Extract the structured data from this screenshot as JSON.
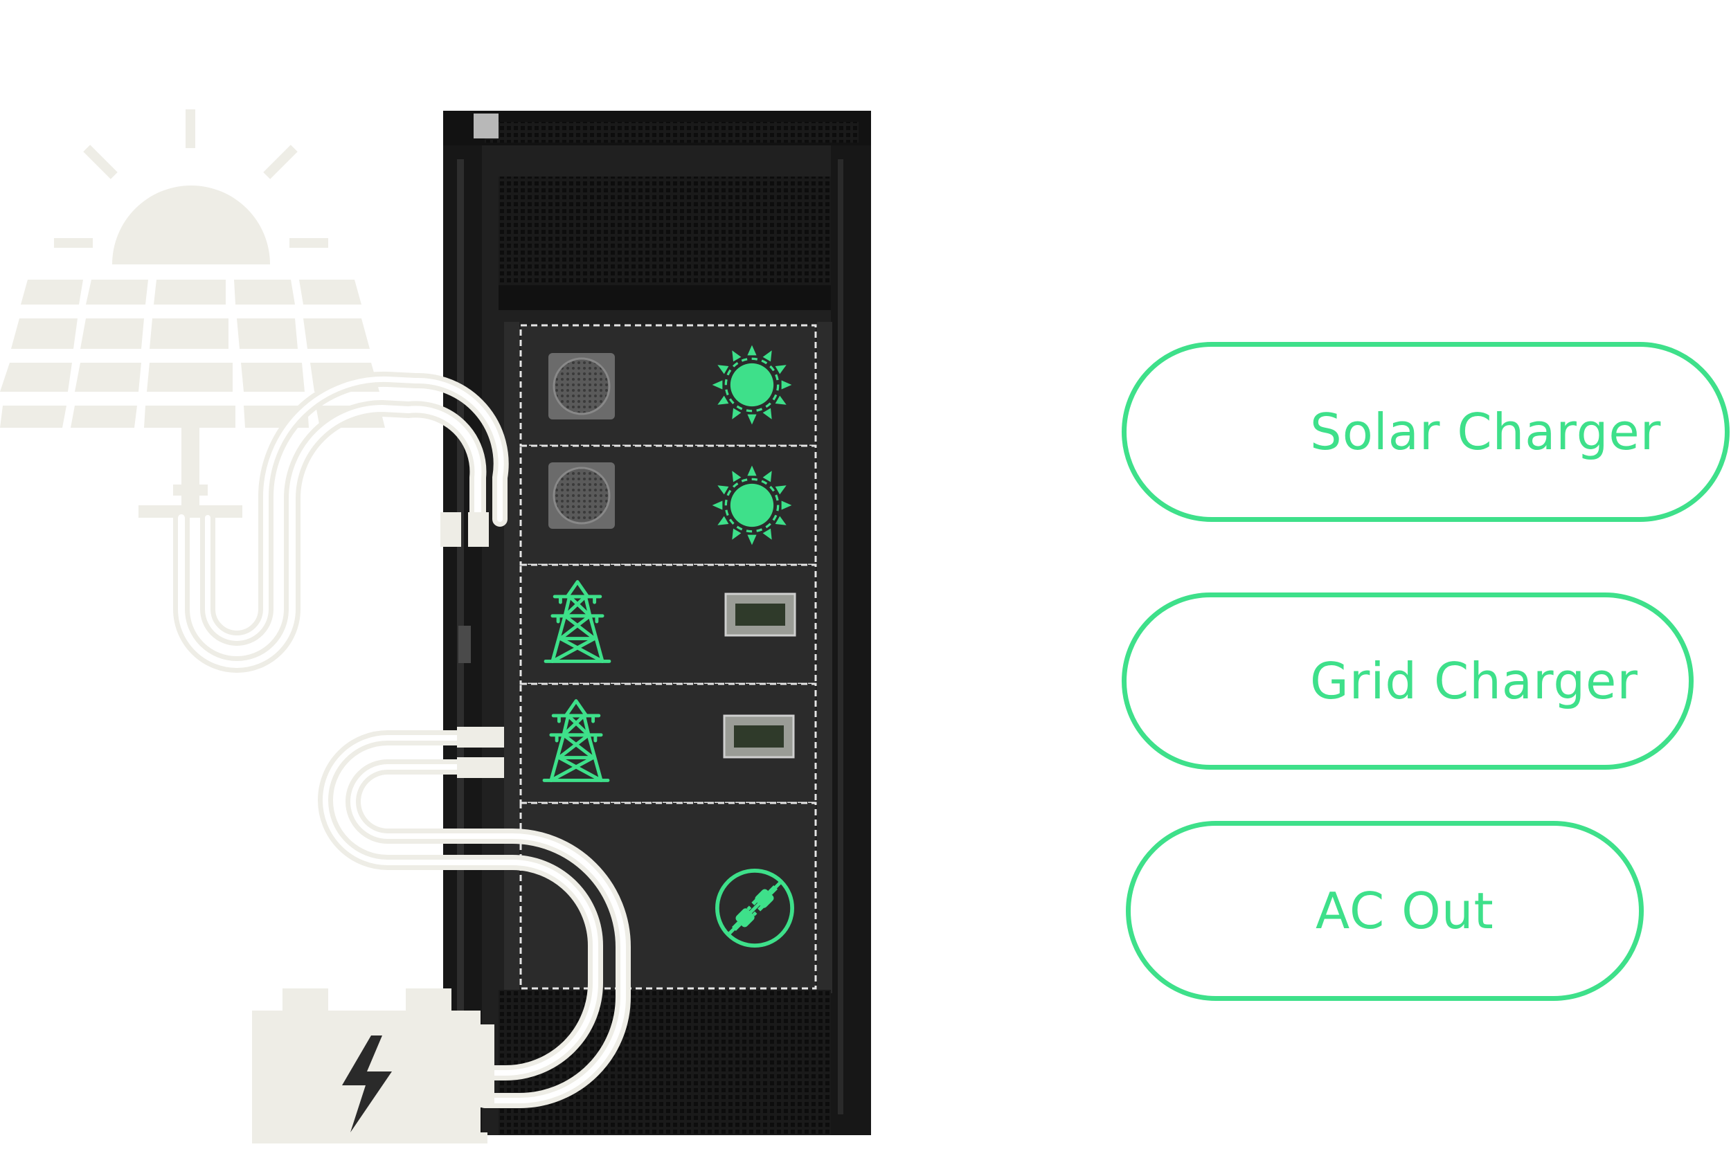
{
  "colors": {
    "accent": "#3ee08a",
    "cream": "#eeede6",
    "rack": "#1f1f1f",
    "rack_dark": "#141414",
    "module": "#2b2b2b",
    "module_border": "#e6e6e6",
    "display": "#9a9c96"
  },
  "rack_modules": [
    {
      "type": "solar",
      "left_item": "fan-grill",
      "right_icon": "sun-icon"
    },
    {
      "type": "solar",
      "left_item": "fan-grill",
      "right_icon": "sun-icon"
    },
    {
      "type": "grid",
      "left_item": "power-tower-icon",
      "right_item": "lcd-display"
    },
    {
      "type": "grid",
      "left_item": "power-tower-icon",
      "right_item": "lcd-display"
    },
    {
      "type": "ac-out",
      "right_icon": "plug-icon"
    }
  ],
  "external_icons": [
    "solar-panel-icon",
    "battery-icon"
  ],
  "legend": [
    {
      "icon": "sun-icon",
      "label": "Solar Charger"
    },
    {
      "icon": "power-tower-icon",
      "label": "Grid Charger"
    },
    {
      "icon": "plug-icon",
      "label": "AC Out"
    }
  ]
}
